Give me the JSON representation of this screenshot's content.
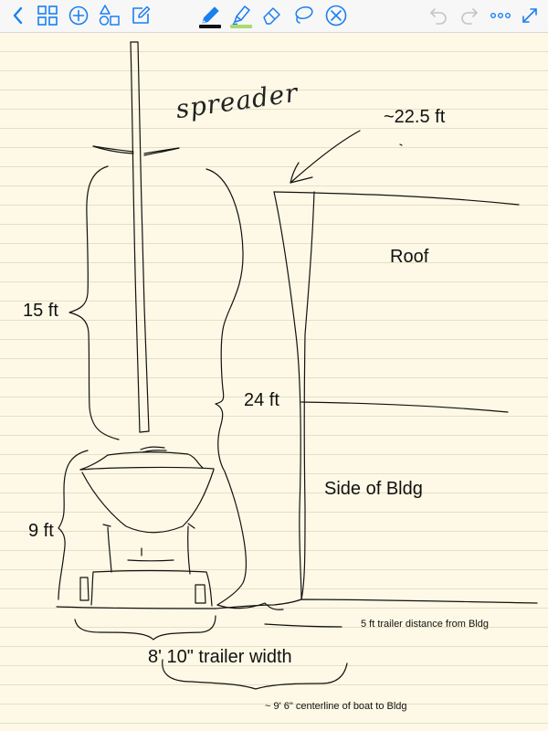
{
  "toolbar": {
    "left_tools": [
      {
        "name": "back-icon"
      },
      {
        "name": "thumbnails-grid-icon"
      },
      {
        "name": "add-circle-icon"
      },
      {
        "name": "shapes-icon"
      },
      {
        "name": "edit-note-icon"
      }
    ],
    "drawing_tools": [
      {
        "name": "pen-icon",
        "selected": true,
        "underline_color": "#111111"
      },
      {
        "name": "highlighter-icon",
        "selected": false,
        "underline_color": "#a8dc6e"
      },
      {
        "name": "eraser-icon",
        "selected": false
      },
      {
        "name": "lasso-icon",
        "selected": false
      },
      {
        "name": "clear-x-icon",
        "selected": false
      }
    ],
    "right_tools": [
      {
        "name": "undo-icon",
        "enabled": false
      },
      {
        "name": "redo-icon",
        "enabled": false
      },
      {
        "name": "more-icon",
        "enabled": true
      },
      {
        "name": "fullscreen-icon",
        "enabled": true
      }
    ],
    "accent_color": "#1a7ff0",
    "disabled_color": "#c4c4c4"
  },
  "note": {
    "ink_color": "#111111",
    "paper_color": "#fdf9e6",
    "rule_color": "#e4dfc6",
    "labels": {
      "spreader": "spreader",
      "mast_height": "~22.5 ft",
      "upper_mast": "15 ft",
      "overall_height": "24 ft",
      "hull_height": "9 ft",
      "roof": "Roof",
      "side_of_building": "Side of Bldg",
      "trailer_distance": "5 ft trailer distance from Bldg",
      "trailer_width": "8' 10\" trailer width",
      "centerline": "~ 9' 6\" centerline of boat to Bldg"
    }
  }
}
